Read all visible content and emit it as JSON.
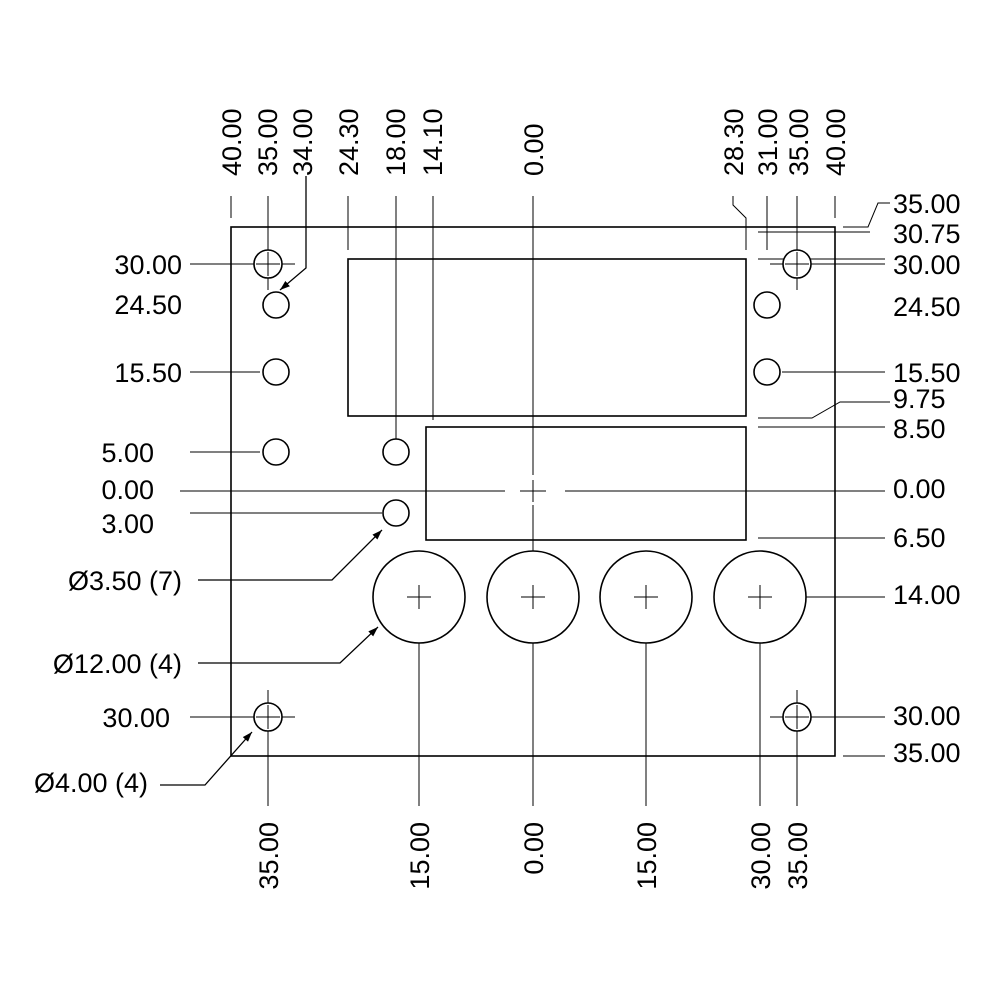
{
  "colors": {
    "stroke": "#000000",
    "background": "#ffffff"
  },
  "dims": {
    "top": [
      "40.00",
      "35.00",
      "34.00",
      "24.30",
      "18.00",
      "14.10",
      "0.00",
      "28.30",
      "31.00",
      "35.00",
      "40.00"
    ],
    "bottom": [
      "35.00",
      "15.00",
      "0.00",
      "15.00",
      "30.00",
      "35.00"
    ],
    "left": [
      "30.00",
      "24.50",
      "15.50",
      "5.00",
      "0.00",
      "3.00",
      "30.00"
    ],
    "right": [
      "35.00",
      "30.75",
      "30.00",
      "24.50",
      "15.50",
      "9.75",
      "8.50",
      "0.00",
      "6.50",
      "14.00",
      "30.00",
      "35.00"
    ],
    "callouts": [
      "Ø3.50 (7)",
      "Ø12.00 (4)",
      "Ø4.00 (4)"
    ]
  }
}
